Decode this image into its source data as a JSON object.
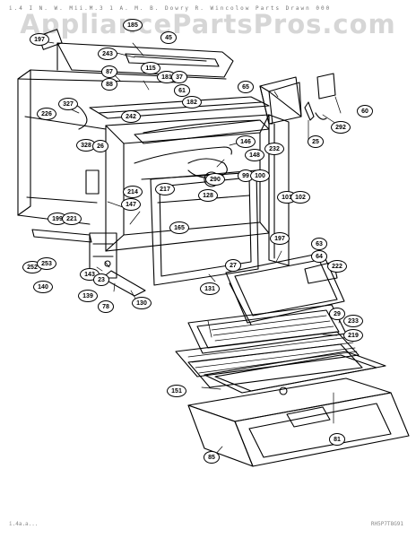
{
  "watermark": "AppliancePartsPros.com",
  "header_scan_text": "i.4 I N. W. Mii.M.3 1 A. M. B. Dowry R. Wincolow Parts Drawn 000",
  "footer_code": "RH5P7T8G91",
  "footer_left": "i.4a.a...",
  "callouts": [
    {
      "label": "197"
    },
    {
      "label": "185"
    },
    {
      "label": "45"
    },
    {
      "label": "243"
    },
    {
      "label": "87"
    },
    {
      "label": "88"
    },
    {
      "label": "115"
    },
    {
      "label": "181"
    },
    {
      "label": "37"
    },
    {
      "label": "61"
    },
    {
      "label": "65"
    },
    {
      "label": "327"
    },
    {
      "label": "242"
    },
    {
      "label": "182"
    },
    {
      "label": "226"
    },
    {
      "label": "328"
    },
    {
      "label": "26"
    },
    {
      "label": "232"
    },
    {
      "label": "25"
    },
    {
      "label": "292"
    },
    {
      "label": "60"
    },
    {
      "label": "146"
    },
    {
      "label": "148"
    },
    {
      "label": "290"
    },
    {
      "label": "99"
    },
    {
      "label": "100"
    },
    {
      "label": "214"
    },
    {
      "label": "217"
    },
    {
      "label": "128"
    },
    {
      "label": "101"
    },
    {
      "label": "102"
    },
    {
      "label": "147"
    },
    {
      "label": "199"
    },
    {
      "label": "221"
    },
    {
      "label": "165"
    },
    {
      "label": "197"
    },
    {
      "label": "63"
    },
    {
      "label": "64"
    },
    {
      "label": "222"
    },
    {
      "label": "27"
    },
    {
      "label": "252"
    },
    {
      "label": "253"
    },
    {
      "label": "143"
    },
    {
      "label": "140"
    },
    {
      "label": "23"
    },
    {
      "label": "139"
    },
    {
      "label": "131"
    },
    {
      "label": "78"
    },
    {
      "label": "130"
    },
    {
      "label": "29"
    },
    {
      "label": "233"
    },
    {
      "label": "219"
    },
    {
      "label": "151"
    },
    {
      "label": "81"
    },
    {
      "label": "85"
    }
  ]
}
